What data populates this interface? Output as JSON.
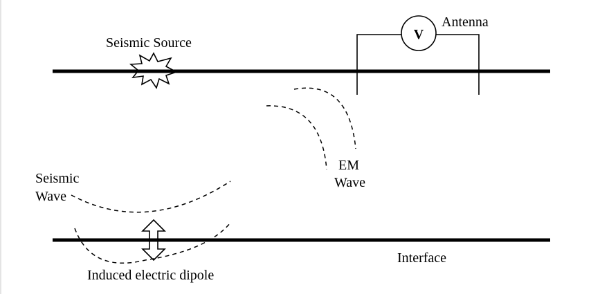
{
  "labels": {
    "seismic_source": "Seismic Source",
    "antenna": "Antenna",
    "voltmeter": "V",
    "em_wave_line1": "EM",
    "em_wave_line2": "Wave",
    "seismic_wave_line1": "Seismic",
    "seismic_wave_line2": "Wave",
    "interface": "Interface",
    "induced_dipole": "Induced electric dipole"
  },
  "colors": {
    "ink": "#000000",
    "background": "#ffffff"
  }
}
